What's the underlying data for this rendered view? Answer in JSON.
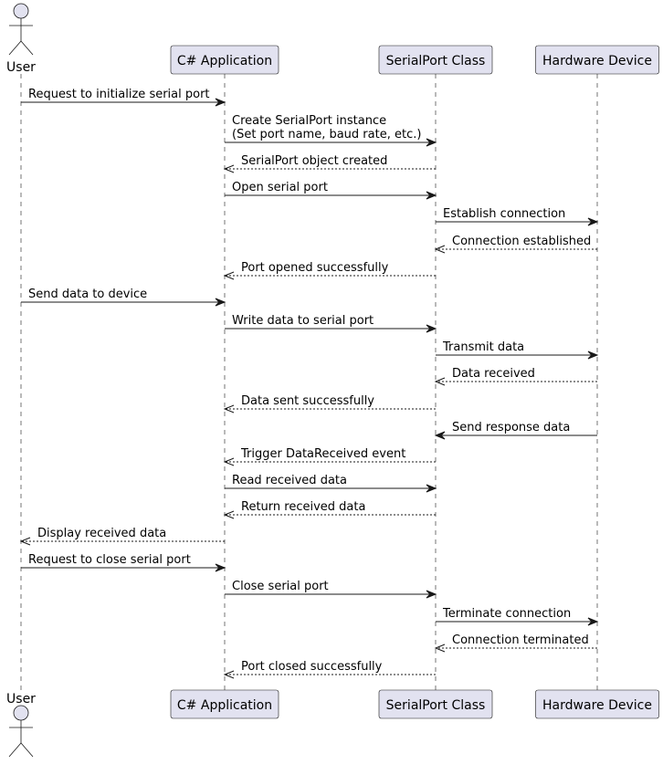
{
  "participants": [
    {
      "id": "user",
      "kind": "actor",
      "label": "User"
    },
    {
      "id": "app",
      "kind": "participant",
      "label": "C# Application"
    },
    {
      "id": "serial",
      "kind": "participant",
      "label": "SerialPort Class"
    },
    {
      "id": "device",
      "kind": "participant",
      "label": "Hardware Device"
    }
  ],
  "messages": [
    {
      "from": "user",
      "to": "app",
      "style": "solid",
      "lines": [
        "Request to initialize serial port"
      ]
    },
    {
      "from": "app",
      "to": "serial",
      "style": "solid",
      "lines": [
        "Create SerialPort instance",
        "(Set port name, baud rate, etc.)"
      ]
    },
    {
      "from": "serial",
      "to": "app",
      "style": "dashed",
      "lines": [
        "SerialPort object created"
      ]
    },
    {
      "from": "app",
      "to": "serial",
      "style": "solid",
      "lines": [
        "Open serial port"
      ]
    },
    {
      "from": "serial",
      "to": "device",
      "style": "solid",
      "lines": [
        "Establish connection"
      ]
    },
    {
      "from": "device",
      "to": "serial",
      "style": "dashed",
      "lines": [
        "Connection established"
      ]
    },
    {
      "from": "serial",
      "to": "app",
      "style": "dashed",
      "lines": [
        "Port opened successfully"
      ]
    },
    {
      "from": "user",
      "to": "app",
      "style": "solid",
      "lines": [
        "Send data to device"
      ]
    },
    {
      "from": "app",
      "to": "serial",
      "style": "solid",
      "lines": [
        "Write data to serial port"
      ]
    },
    {
      "from": "serial",
      "to": "device",
      "style": "solid",
      "lines": [
        "Transmit data"
      ]
    },
    {
      "from": "device",
      "to": "serial",
      "style": "dashed",
      "lines": [
        "Data received"
      ]
    },
    {
      "from": "serial",
      "to": "app",
      "style": "dashed",
      "lines": [
        "Data sent successfully"
      ]
    },
    {
      "from": "device",
      "to": "serial",
      "style": "solid",
      "lines": [
        "Send response data"
      ]
    },
    {
      "from": "serial",
      "to": "app",
      "style": "dashed",
      "lines": [
        "Trigger DataReceived event"
      ]
    },
    {
      "from": "app",
      "to": "serial",
      "style": "solid",
      "lines": [
        "Read received data"
      ]
    },
    {
      "from": "serial",
      "to": "app",
      "style": "dashed",
      "lines": [
        "Return received data"
      ]
    },
    {
      "from": "app",
      "to": "user",
      "style": "dashed",
      "lines": [
        "Display received data"
      ]
    },
    {
      "from": "user",
      "to": "app",
      "style": "solid",
      "lines": [
        "Request to close serial port"
      ]
    },
    {
      "from": "app",
      "to": "serial",
      "style": "solid",
      "lines": [
        "Close serial port"
      ]
    },
    {
      "from": "serial",
      "to": "device",
      "style": "solid",
      "lines": [
        "Terminate connection"
      ]
    },
    {
      "from": "device",
      "to": "serial",
      "style": "dashed",
      "lines": [
        "Connection terminated"
      ]
    },
    {
      "from": "serial",
      "to": "app",
      "style": "dashed",
      "lines": [
        "Port closed successfully"
      ]
    }
  ],
  "colors": {
    "participant_fill": "#E2E2F0",
    "stroke": "#181818"
  }
}
